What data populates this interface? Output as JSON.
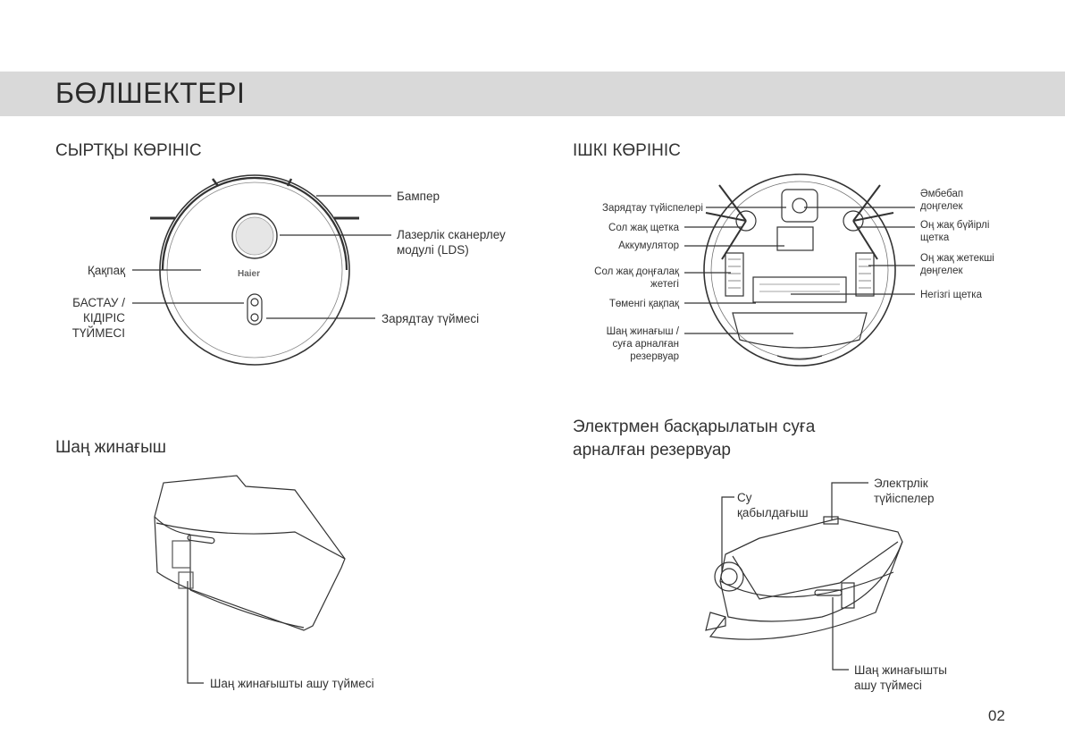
{
  "page_title": "БӨЛШЕКТЕРІ",
  "sections": {
    "exterior": {
      "title": "СЫРТҚЫ КӨРІНІС",
      "bumper": "Бампер",
      "lds": "Лазерлік сканерлеу модулі (LDS)",
      "cover": "Қақпақ",
      "start": "БАСТАУ / КІДІРІС ТҮЙМЕСІ",
      "charge_btn": "Зарядтау түймесі",
      "brand": "Haier"
    },
    "interior": {
      "title": "ІШКІ КӨРІНІС",
      "charge_contacts": "Зарядтау түйіспелері",
      "left_brush": "Сол жақ щетка",
      "battery": "Аккумулятор",
      "left_wheel": "Сол жақ доңғалақ жетегі",
      "bottom_cover": "Төменгі қақпақ",
      "dustbin_tank": "Шаң жинағыш / суға арналған резервуар",
      "universal_wheel": "Әмбебап доңгелек",
      "right_brush": "Оң жақ бүйірлі щетка",
      "right_wheel": "Оң жақ жетекші дөңгелек",
      "main_brush": "Негізгі щетка"
    },
    "dustbin": {
      "title": "Шаң жинағыш",
      "open_btn": "Шаң жинағышты ашу түймесі"
    },
    "water_tank": {
      "title": "Электрмен басқарылатын суға арналған резервуар",
      "contacts": "Электрлік түйіспелер",
      "intake": "Су қабылдағыш",
      "open_btn": "Шаң жинағышты ашу түймесі"
    }
  },
  "page_number": "02"
}
